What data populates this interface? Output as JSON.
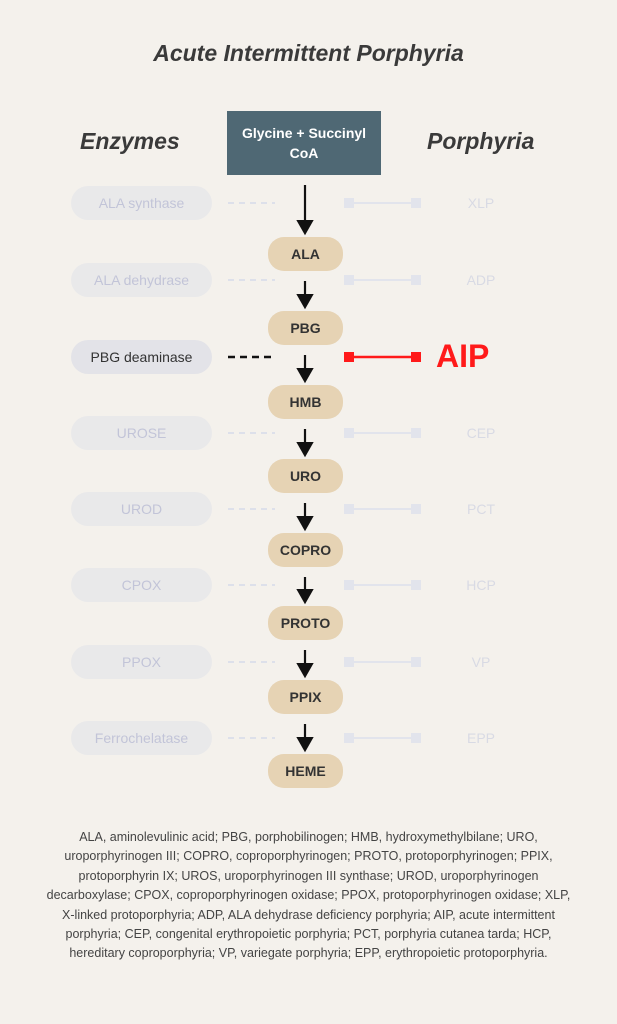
{
  "title": "Acute Intermittent Porphyria",
  "headers": {
    "enzymes": "Enzymes",
    "porphyria": "Porphyria"
  },
  "start": "Glycine + Succinyl CoA",
  "pathway": [
    "ALA",
    "PBG",
    "HMB",
    "URO",
    "COPRO",
    "PROTO",
    "PPIX",
    "HEME"
  ],
  "enzymes": [
    "ALA synthase",
    "ALA dehydrase",
    "PBG deaminase",
    "UROSE",
    "UROD",
    "CPOX",
    "PPOX",
    "Ferrochelatase"
  ],
  "porphyrias": [
    "XLP",
    "ADP",
    "AIP",
    "CEP",
    "PCT",
    "HCP",
    "VP",
    "EPP"
  ],
  "highlight_index": 2,
  "colors": {
    "highlight": "#ff1a1a",
    "start_box": "#4f6874",
    "node": "#e6d3b4",
    "faded": "#d9dcea"
  },
  "footer": "ALA, aminolevulinic acid; PBG, porphobilinogen; HMB, hydroxymethylbilane; URO, uroporphyrinogen III; COPRO, coproporphyrinogen; PROTO, protoporphyrinogen; PPIX, protoporphyrin IX; UROS, uroporphyrinogen III synthase; UROD, uroporphyrinogen decarboxylase; CPOX, coproporphyrinogen oxidase; PPOX, protoporphyrinogen oxidase; XLP, X-linked protoporphyria; ADP, ALA dehydrase deficiency porphyria; AIP, acute intermittent porphyria; CEP, congenital erythropoietic porphyria; PCT, porphyria cutanea tarda; HCP, hereditary coproporphyria; VP, variegate porphyria; EPP, erythropoietic protoporphyria."
}
